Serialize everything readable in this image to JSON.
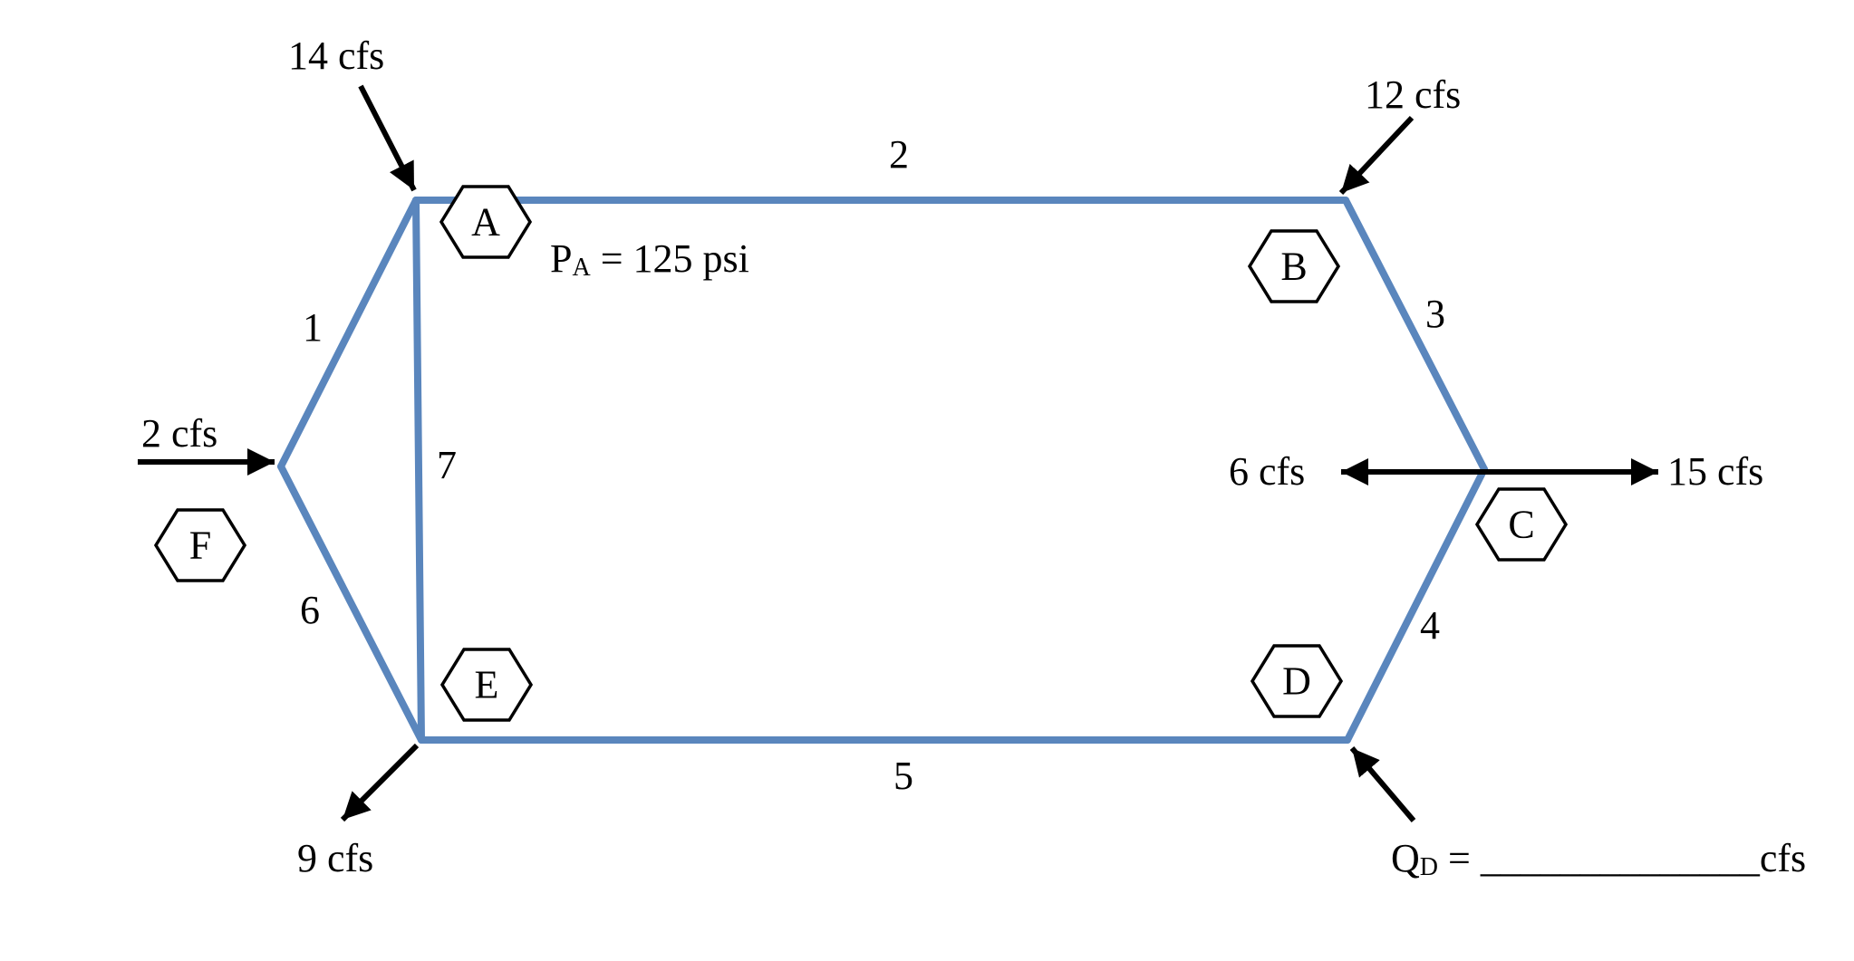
{
  "colors": {
    "pipe": "#5a86bd",
    "arrow": "#000000",
    "background": "#ffffff"
  },
  "nodes": {
    "A": "A",
    "B": "B",
    "C": "C",
    "D": "D",
    "E": "E",
    "F": "F"
  },
  "pipes": {
    "p1": "1",
    "p2": "2",
    "p3": "3",
    "p4": "4",
    "p5": "5",
    "p6": "6",
    "p7": "7"
  },
  "flows": {
    "inflow_a": "14 cfs",
    "inflow_b": "12 cfs",
    "inflow_f": "2 cfs",
    "outflow_c_left": "6 cfs",
    "outflow_c_right": "15 cfs",
    "outflow_e": "9 cfs"
  },
  "pressure_a": {
    "symbol": "P",
    "subscript": "A",
    "rest": " = 125 psi"
  },
  "unknown_d": {
    "symbol": "Q",
    "subscript": "D",
    "rest": " = ______________cfs"
  }
}
